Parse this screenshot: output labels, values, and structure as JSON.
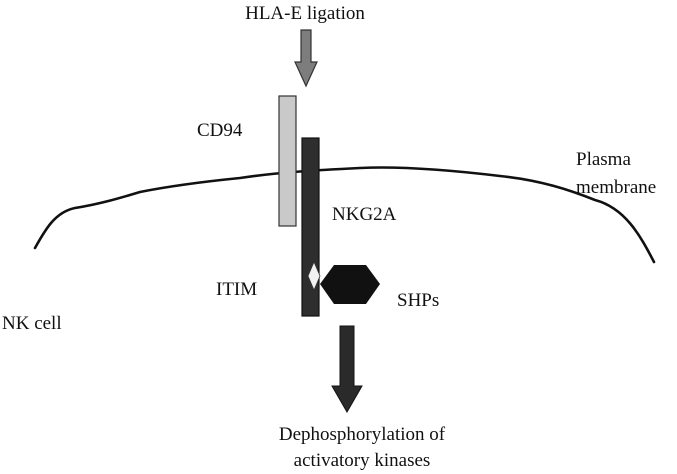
{
  "labels": {
    "ligation": "HLA-E ligation",
    "cd94": "CD94",
    "membrane_line1": "Plasma",
    "membrane_line2": "membrane",
    "nkg2a": "NKG2A",
    "itim": "ITIM",
    "shps": "SHPs",
    "nk_cell": "NK cell",
    "outcome_line1": "Dephosphorylation of",
    "outcome_line2": "activatory kinases"
  },
  "colors": {
    "cd94_bar": "#c9c9c9",
    "nkg2a_bar": "#2e2e2e",
    "itim_diamond": "#f2f2f2",
    "shp_hexagon": "#111111",
    "ligation_arrow": "#7d7d7d",
    "outcome_arrow": "#2a2a2a",
    "membrane_line": "#111111"
  }
}
